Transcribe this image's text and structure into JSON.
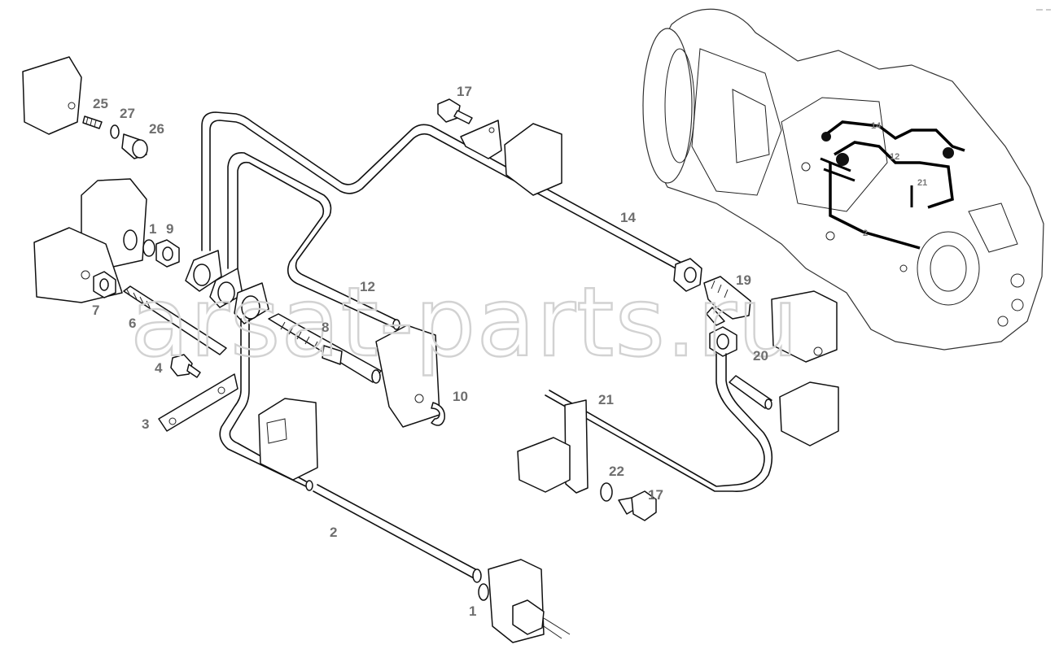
{
  "watermark": "arsat-parts.ru",
  "callouts": {
    "c1a": "1",
    "c9": "9",
    "c25": "25",
    "c27": "27",
    "c26": "26",
    "c7": "7",
    "c6": "6",
    "c8": "8",
    "c4": "4",
    "c3": "3",
    "c12": "12",
    "c10": "10",
    "c17a": "17",
    "c14": "14",
    "c19": "19",
    "c20": "20",
    "c21": "21",
    "c22": "22",
    "c17b": "17",
    "c2": "2",
    "c1b": "1"
  },
  "inset": {
    "l14": "14",
    "l12": "12",
    "l21": "21",
    "l2": "2"
  }
}
